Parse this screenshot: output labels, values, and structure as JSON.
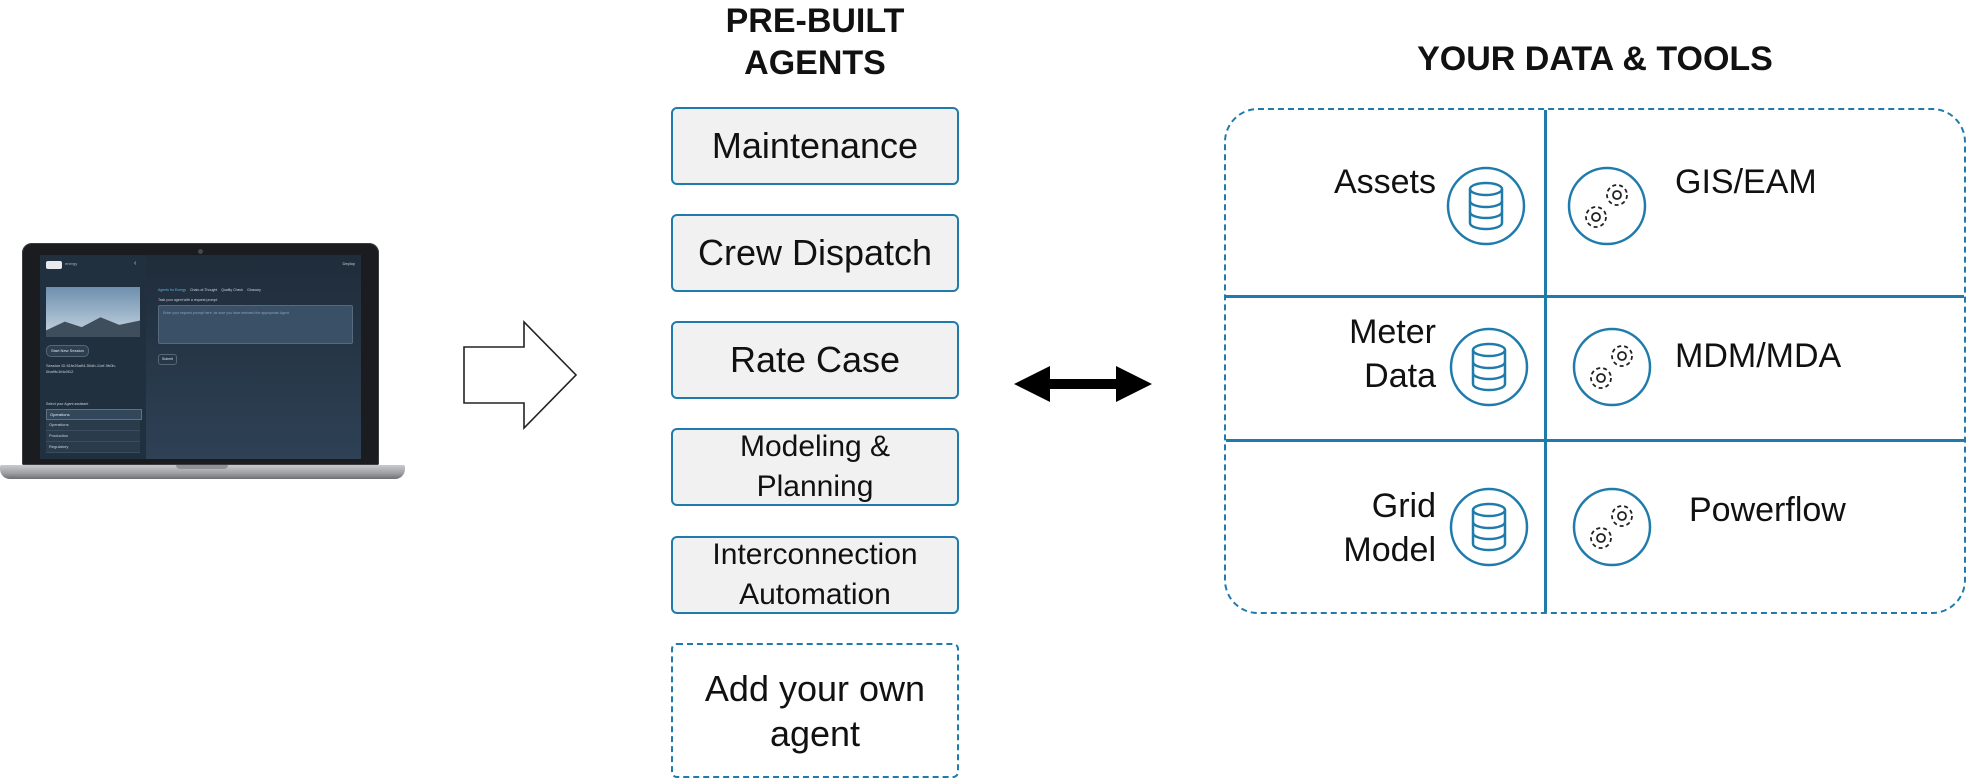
{
  "laptop": {
    "app": {
      "top_right": "Deploy",
      "sidebar": {
        "logo_sub": "energy",
        "collapse": "‹",
        "new_session": "Start New Session",
        "session": "Session ID 61fe26a94-50db-11ef-9b0b-0ba9fc1fdc0f12",
        "select_label": "Select your Agent assistant",
        "selected": "Operations",
        "options": [
          "Operations",
          "Production",
          "Regulatory"
        ]
      },
      "tabs": [
        "Agents for Energy",
        "Chain-of-Thought",
        "Quality Check",
        "Glossary"
      ],
      "task_label": "Task your agent with a request prompt",
      "prompt_placeholder": "Enter your request prompt here, be sure you have selected the appropriate Agent",
      "submit": "Submit"
    }
  },
  "agents": {
    "title": "PRE-BUILT\nAGENTS",
    "items": [
      {
        "label": "Maintenance"
      },
      {
        "label": "Crew Dispatch"
      },
      {
        "label": "Rate Case"
      },
      {
        "label": "Modeling &\nPlanning"
      },
      {
        "label": "Interconnection\nAutomation"
      }
    ],
    "custom": "Add your own\nagent"
  },
  "tools": {
    "title": "YOUR DATA & TOOLS",
    "rows": [
      {
        "data": "Assets",
        "tool": "GIS/EAM"
      },
      {
        "data": "Meter\nData",
        "tool": "MDM/MDA"
      },
      {
        "data": "Grid\nModel",
        "tool": "Powerflow"
      }
    ]
  },
  "colors": {
    "accent": "#1f7bab",
    "box_fill": "#f1f1f1"
  },
  "icons": {
    "database": "database-icon",
    "tool": "gears-icon"
  }
}
